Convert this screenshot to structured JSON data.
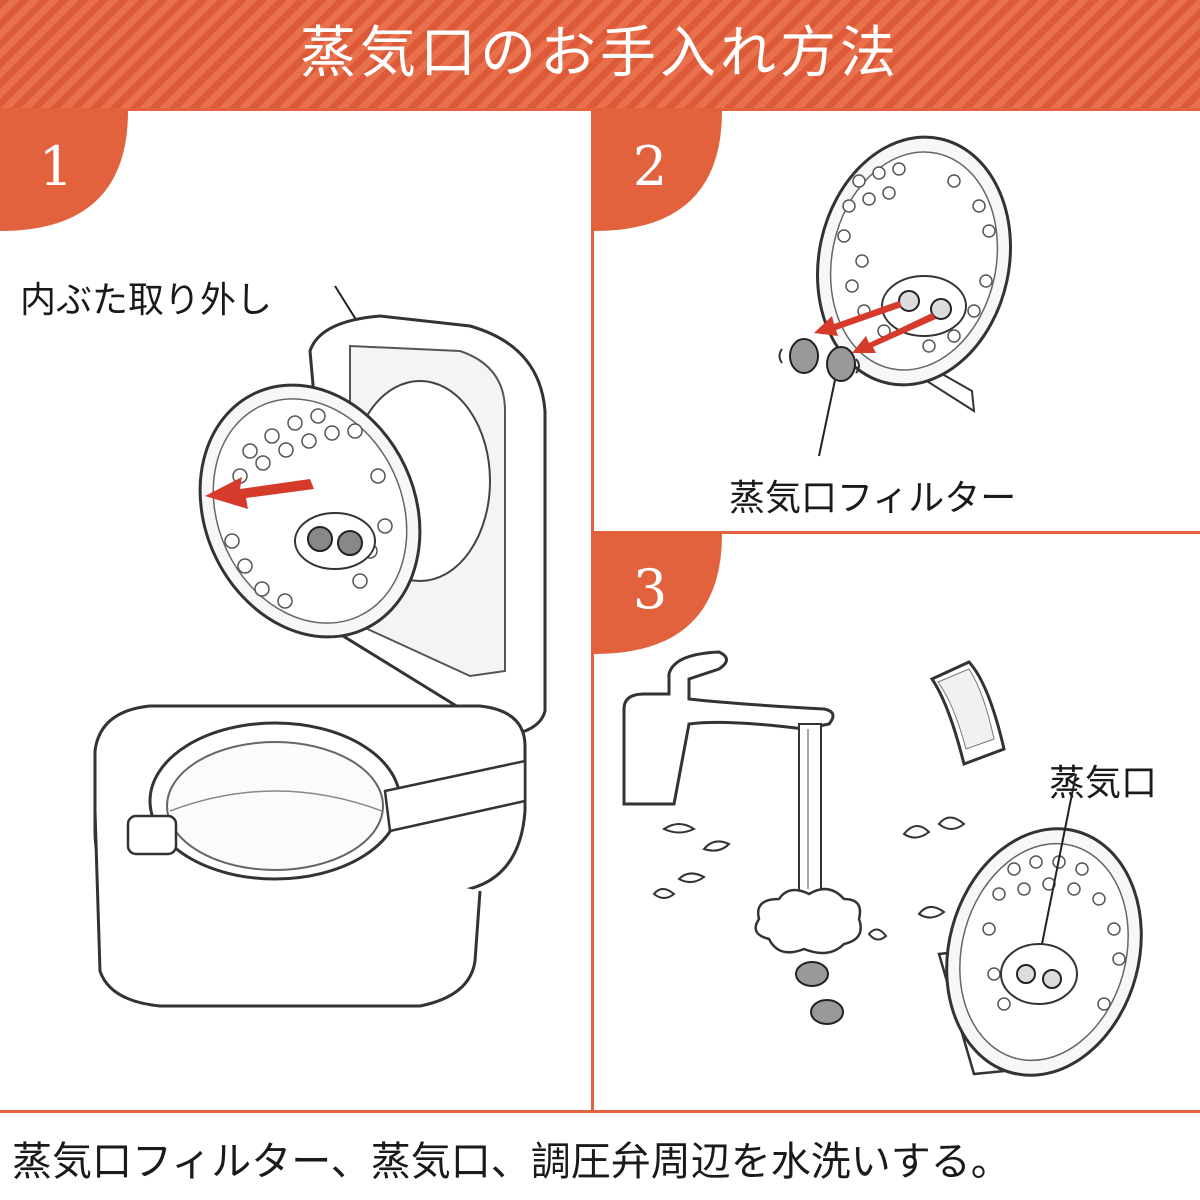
{
  "header": {
    "title": "蒸気口のお手入れ方法"
  },
  "steps": [
    {
      "number": "1",
      "label": "内ぶた取り外し"
    },
    {
      "number": "2",
      "label": "蒸気口フィルター"
    },
    {
      "number": "3",
      "label": "蒸気口"
    }
  ],
  "footer": {
    "caption": "蒸気口フィルター、蒸気口、調圧弁周辺を水洗いする。"
  },
  "colors": {
    "accent": "#e2623d",
    "stripe_dark": "#dd5a38",
    "stripe_light": "#e8704d",
    "arrow": "#d63a2a"
  }
}
